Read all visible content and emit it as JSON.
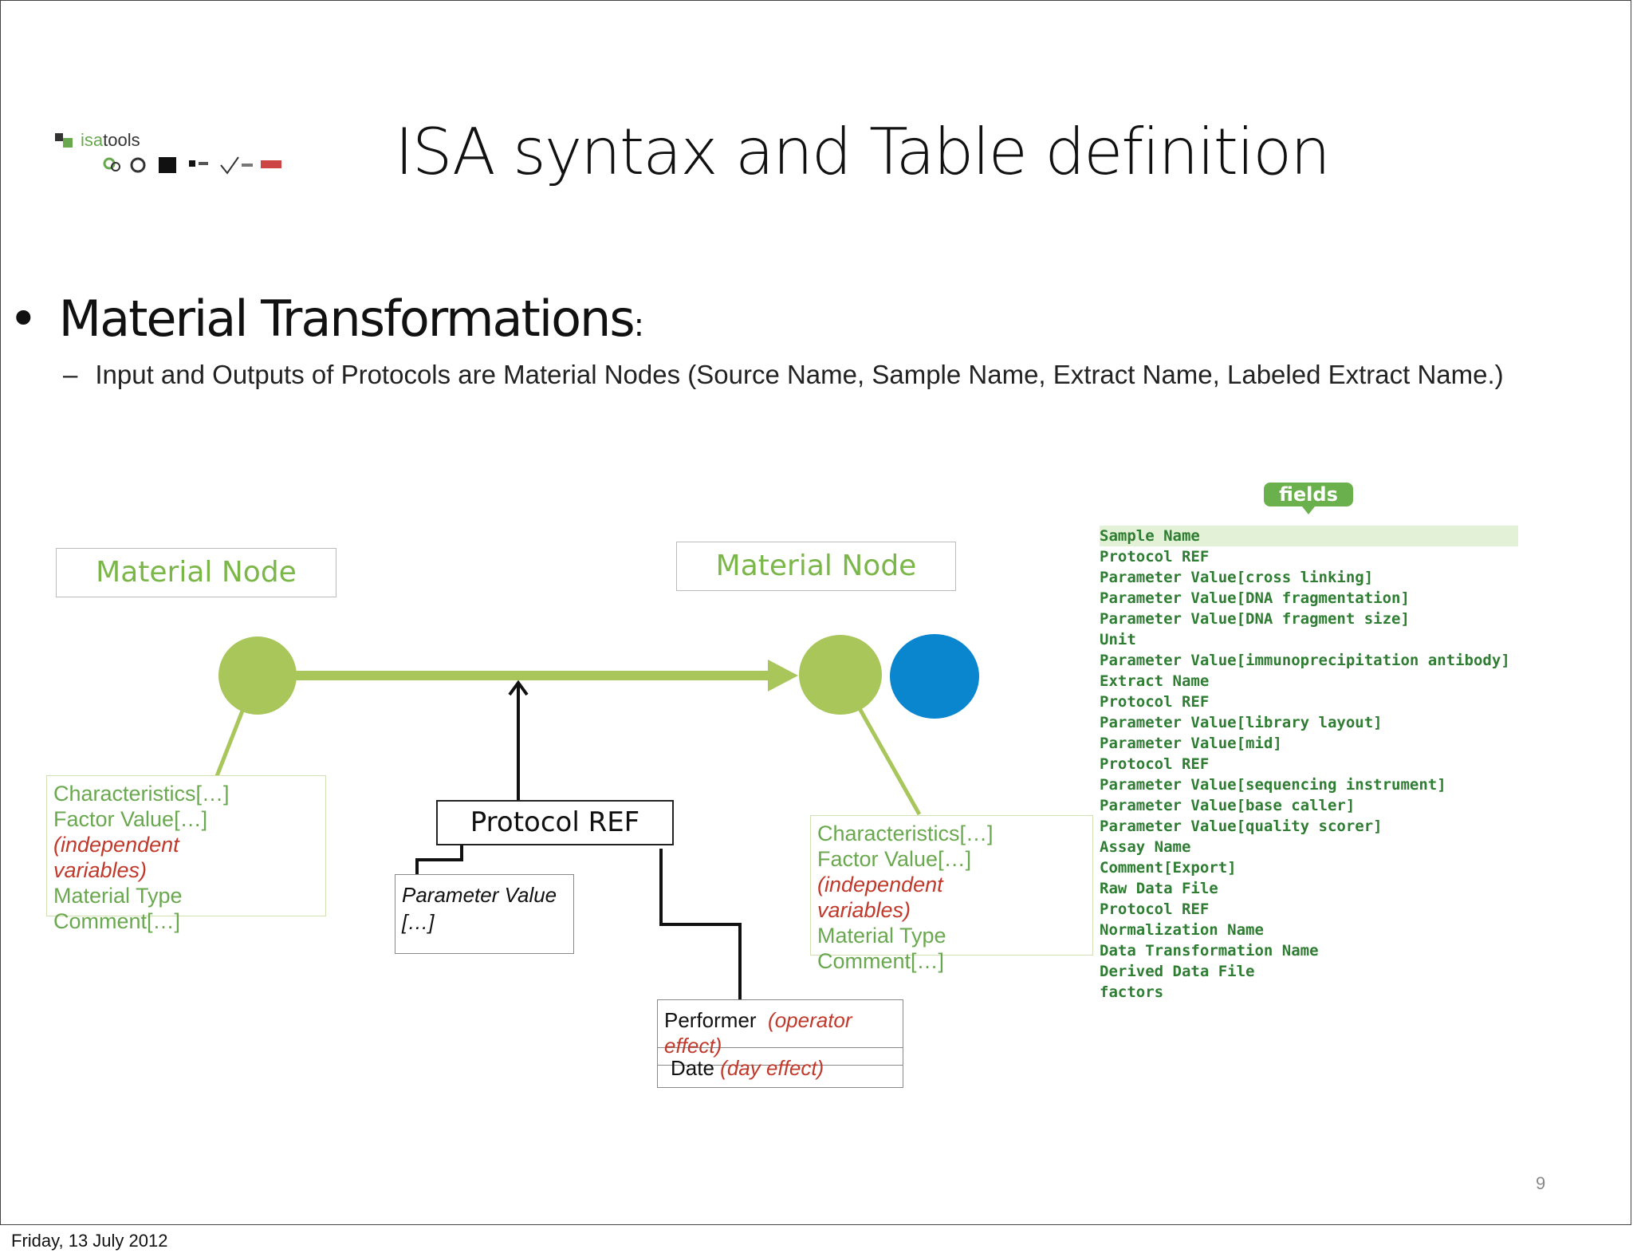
{
  "slide": {
    "title": "ISA syntax and Table definition",
    "logo_text_a": "isa",
    "logo_text_b": "tools",
    "bullet": "Material Transformations",
    "bullet_colon": ":",
    "subbullet_dash": "–",
    "subbullet": "Input and Outputs of Protocols are Material Nodes (Source Name, Sample Name, Extract Name, Labeled Extract Name.)",
    "page_number": "9"
  },
  "diagram": {
    "left_node_label": "Material Node",
    "right_node_label": "Material Node",
    "left_attrs": {
      "line1": "Characteristics[…]",
      "line2_a": "Factor Value[…] ",
      "line2_b": "(independent",
      "line3": "variables)",
      "line4": "Material Type",
      "line5": "Comment[…]"
    },
    "right_attrs": {
      "line1": "Characteristics[…]",
      "line2_a": "Factor Value[…] ",
      "line2_b": "(independent",
      "line3": "variables)",
      "line4": "Material Type",
      "line5": "Comment[…]"
    },
    "protocol_ref": "Protocol REF",
    "parameter_value_1": "Parameter Value",
    "parameter_value_2": "[…]",
    "performer": "Performer",
    "performer_effect_a": "(operator",
    "performer_effect_b": "effect)",
    "date": "Date",
    "date_effect": "(day effect)",
    "colors": {
      "node_green": "#a8c65a",
      "node_blue": "#0a86cf",
      "label_green": "#7ab648",
      "effect_red": "#c0392b"
    }
  },
  "fields_panel": {
    "tag": "fields",
    "items": [
      "Sample Name",
      "Protocol REF",
      "Parameter Value[cross linking]",
      "Parameter Value[DNA fragmentation]",
      "Parameter Value[DNA fragment size]",
      "Unit",
      "Parameter Value[immunoprecipitation antibody]",
      "Extract Name",
      "Protocol REF",
      "Parameter Value[library layout]",
      "Parameter Value[mid]",
      "Protocol REF",
      "Parameter Value[sequencing instrument]",
      "Parameter Value[base caller]",
      "Parameter Value[quality scorer]",
      "Assay Name",
      "Comment[Export]",
      "Raw Data File",
      "Protocol REF",
      "Normalization Name",
      "Data Transformation Name",
      "Derived Data File",
      "factors"
    ]
  },
  "footer": {
    "date": "Friday, 13 July 2012"
  }
}
